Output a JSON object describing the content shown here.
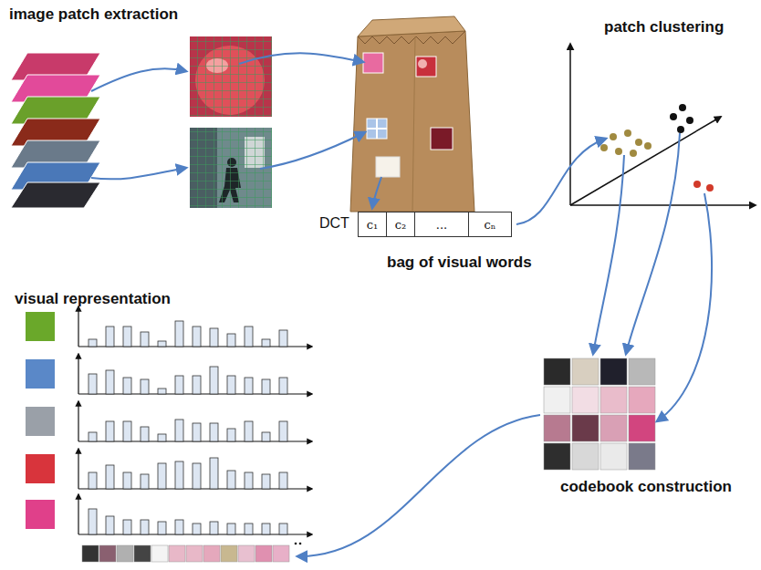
{
  "diagram": {
    "nodes": [
      {
        "text": [
          "c₁"
        ]
      },
      {
        "text": [
          "c₂"
        ]
      },
      {
        "text": [
          "..."
        ]
      },
      {
        "text": [
          "cₙ"
        ]
      }
    ],
    "labels": [
      "image patch extraction",
      "patch clustering",
      "DCT",
      "bag of visual words",
      "visual representation",
      "codebook construction"
    ]
  }
}
